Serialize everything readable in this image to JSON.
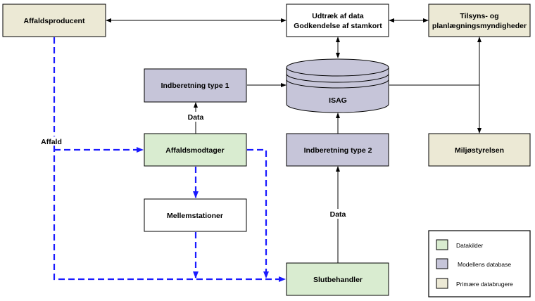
{
  "colors": {
    "datakilder": "#d9ecd0",
    "database": "#c6c5d9",
    "brugere": "#ece9d5",
    "flow": "#1a1aff"
  },
  "nodes": {
    "affaldsproducent": "Affaldsproducent",
    "udtraek_line1": "Udtræk af data",
    "udtraek_line2": "Godkendelse af stamkort",
    "tilsyn_line1": "Tilsyns- og",
    "tilsyn_line2": "planlægningsmyndigheder",
    "isag": "ISAG",
    "indberetning1": "Indberetning type 1",
    "indberetning2": "Indberetning type 2",
    "affaldsmodtager": "Affaldsmodtager",
    "miljostyrelsen": "Miljøstyrelsen",
    "mellemstationer": "Mellemstationer",
    "slutbehandler": "Slutbehandler"
  },
  "labels": {
    "data1": "Data",
    "data2": "Data",
    "affald": "Affald"
  },
  "legend": [
    {
      "key": "datakilder",
      "label": "Datakilder"
    },
    {
      "key": "database",
      "label": "Modellens database"
    },
    {
      "key": "brugere",
      "label": "Primære databrugere"
    }
  ]
}
